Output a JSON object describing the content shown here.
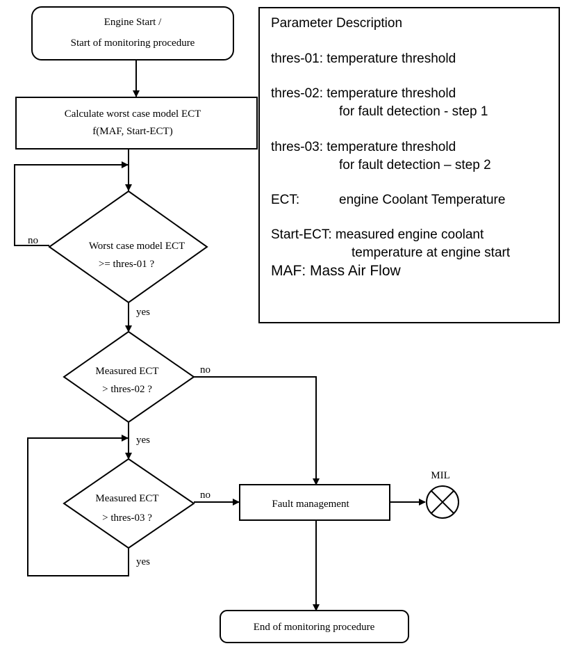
{
  "flowchart": {
    "start": {
      "line1": "Engine Start /",
      "line2": "Start of monitoring procedure"
    },
    "calculate": {
      "line1": "Calculate worst case model ECT",
      "line2": "f(MAF, Start-ECT)"
    },
    "decision1": {
      "line1": "Worst case model ECT",
      "line2": ">= thres-01 ?",
      "no_label": "no",
      "yes_label": "yes"
    },
    "decision2": {
      "line1": "Measured ECT",
      "line2": "> thres-02 ?",
      "no_label": "no",
      "yes_label": "yes"
    },
    "decision3": {
      "line1": "Measured ECT",
      "line2": "> thres-03 ?",
      "no_label": "no",
      "yes_label": "yes"
    },
    "fault_management": "Fault management",
    "mil_label": "MIL",
    "end": "End of monitoring procedure"
  },
  "parameter_box": {
    "title": "Parameter Description",
    "thres01": "thres-01: temperature threshold",
    "thres02_line1": "thres-02: temperature threshold",
    "thres02_line2": "for fault detection  - step 1",
    "thres03_line1": "thres-03: temperature threshold",
    "thres03_line2": "for fault detection – step 2",
    "ect_key": "ECT:",
    "ect_value": "engine Coolant Temperature",
    "start_ect_line1": "Start-ECT:  measured engine coolant",
    "start_ect_line2": "temperature at engine start",
    "maf": "MAF: Mass Air Flow"
  }
}
